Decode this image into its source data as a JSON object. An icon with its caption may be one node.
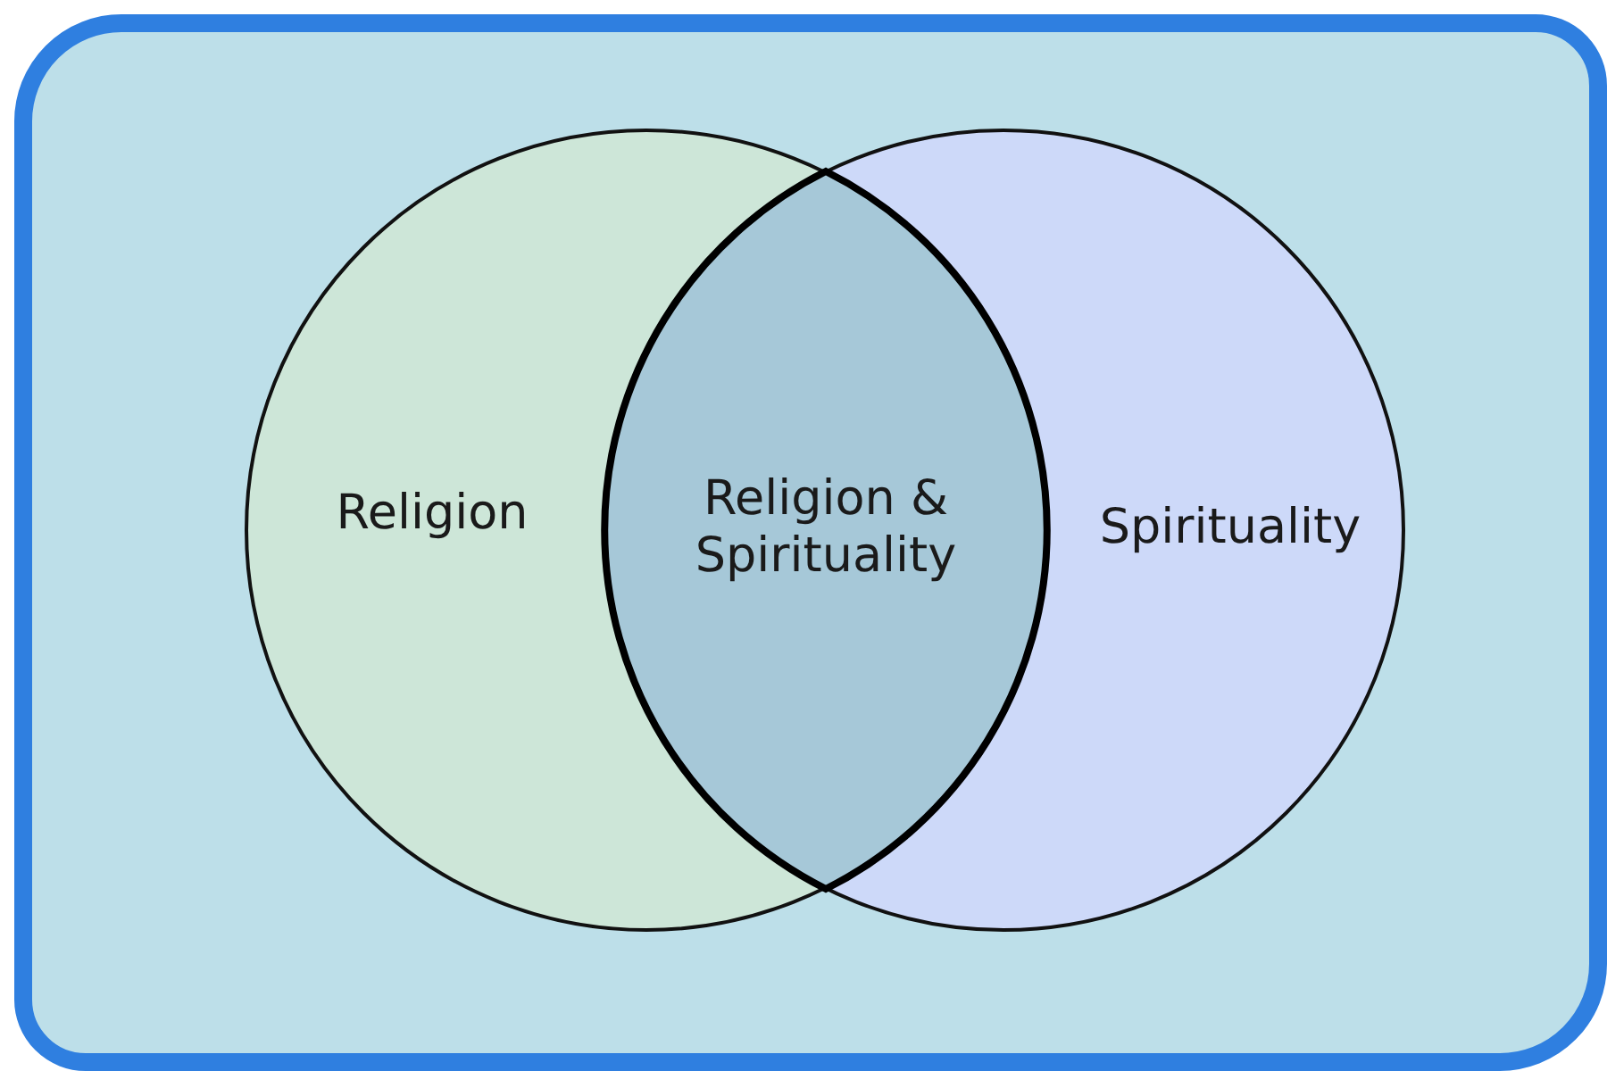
{
  "diagram": {
    "nodes": [
      {
        "text": [
          "Religion"
        ]
      },
      {
        "text": [
          "Religion & Spirituality"
        ]
      },
      {
        "text": [
          "Spirituality"
        ]
      }
    ]
  }
}
